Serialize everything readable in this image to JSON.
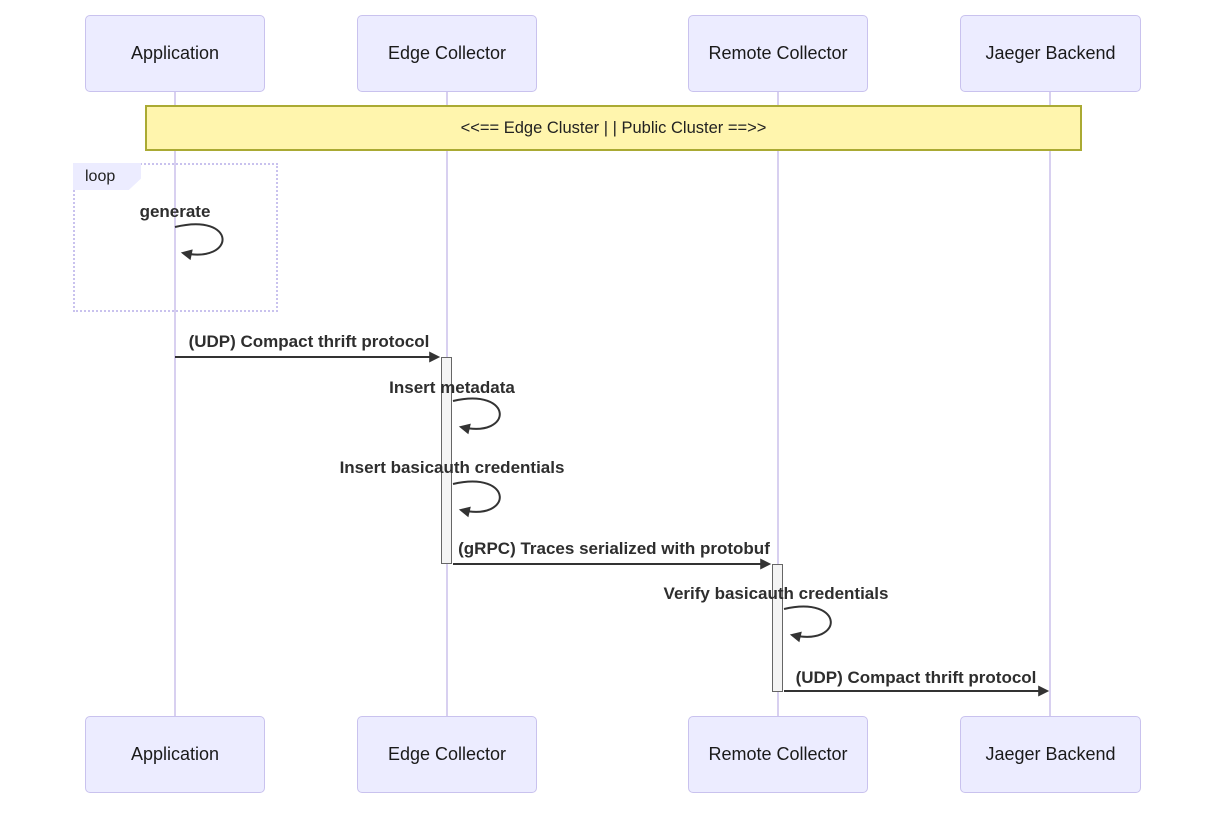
{
  "diagram": {
    "kind": "sequence-diagram",
    "participants": [
      {
        "id": "application",
        "label": "Application"
      },
      {
        "id": "edge-collector",
        "label": "Edge Collector"
      },
      {
        "id": "remote-collector",
        "label": "Remote Collector"
      },
      {
        "id": "jaeger-backend",
        "label": "Jaeger Backend"
      }
    ],
    "note": {
      "text": "<<== Edge Cluster | | Public Cluster ==>>",
      "over": [
        "Application",
        "Jaeger Backend"
      ]
    },
    "loop": {
      "label": "loop"
    },
    "messages": [
      {
        "from": "Application",
        "to": "Application",
        "kind": "self",
        "in_loop": true,
        "label": "generate"
      },
      {
        "from": "Application",
        "to": "Edge Collector",
        "kind": "solid",
        "in_loop": false,
        "label": "(UDP) Compact thrift protocol"
      },
      {
        "from": "Edge Collector",
        "to": "Edge Collector",
        "kind": "self",
        "in_loop": false,
        "label": "Insert metadata"
      },
      {
        "from": "Edge Collector",
        "to": "Edge Collector",
        "kind": "self",
        "in_loop": false,
        "label": "Insert basicauth credentials"
      },
      {
        "from": "Edge Collector",
        "to": "Remote Collector",
        "kind": "solid",
        "in_loop": false,
        "label": "(gRPC) Traces serialized with protobuf"
      },
      {
        "from": "Remote Collector",
        "to": "Remote Collector",
        "kind": "self",
        "in_loop": false,
        "label": "Verify basicauth credentials"
      },
      {
        "from": "Remote Collector",
        "to": "Jaeger Backend",
        "kind": "solid",
        "in_loop": false,
        "label": "(UDP) Compact thrift protocol"
      }
    ],
    "colors": {
      "actor_fill": "#ECECFF",
      "actor_border": "#C9C2EE",
      "lifeline": "#D8D0F0",
      "note_fill": "#FFF5AD",
      "note_border": "#AAAA33",
      "activation_fill": "#F4F4F4",
      "activation_border": "#666666",
      "signal": "#333333"
    }
  }
}
